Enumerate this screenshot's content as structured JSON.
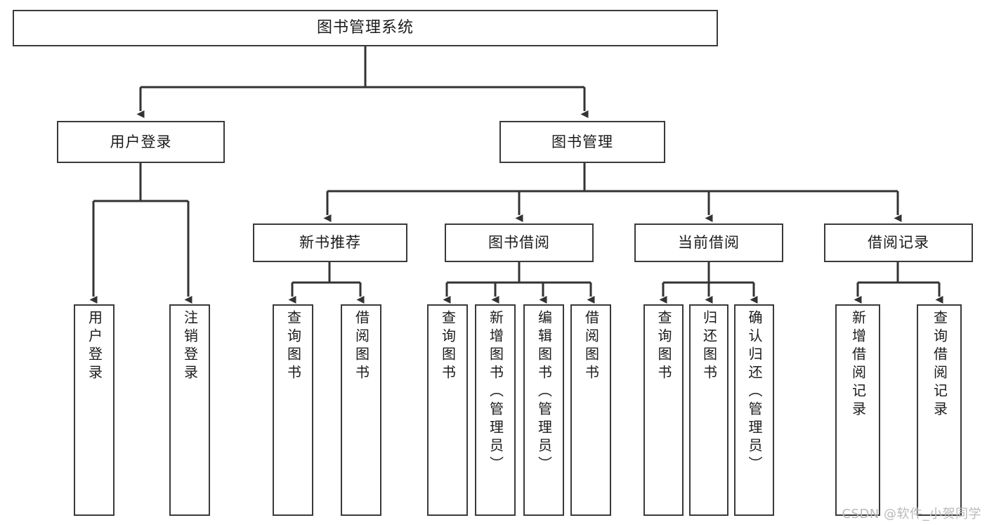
{
  "diagram": {
    "title": "图书管理系统",
    "type": "tree-hierarchy-chart",
    "watermark": "CSDN @软件_小贺同学",
    "colors": {
      "box_stroke": "#3a3a3a",
      "box_fill": "#ffffff",
      "connector": "#333333",
      "text": "#1b1b1b",
      "watermark": "#b9b9b9"
    },
    "nodes": {
      "root": {
        "label": "图书管理系统"
      },
      "level2": [
        {
          "label": "用户登录"
        },
        {
          "label": "图书管理"
        }
      ],
      "level3": [
        {
          "label": "新书推荐"
        },
        {
          "label": "图书借阅"
        },
        {
          "label": "当前借阅"
        },
        {
          "label": "借阅记录"
        }
      ],
      "leaves": {
        "user_login": [
          {
            "label": "用户登录"
          },
          {
            "label": "注销登录"
          }
        ],
        "new_book_recommend": [
          {
            "label": "查询图书"
          },
          {
            "label": "借阅图书"
          }
        ],
        "book_borrow": [
          {
            "label": "查询图书"
          },
          {
            "label": "新增图书（管理员）"
          },
          {
            "label": "编辑图书（管理员）"
          },
          {
            "label": "借阅图书"
          }
        ],
        "current_borrow": [
          {
            "label": "查询图书"
          },
          {
            "label": "归还图书"
          },
          {
            "label": "确认归还（管理员）"
          }
        ],
        "borrow_record": [
          {
            "label": "新增借阅记录"
          },
          {
            "label": "查询借阅记录"
          }
        ]
      }
    }
  }
}
